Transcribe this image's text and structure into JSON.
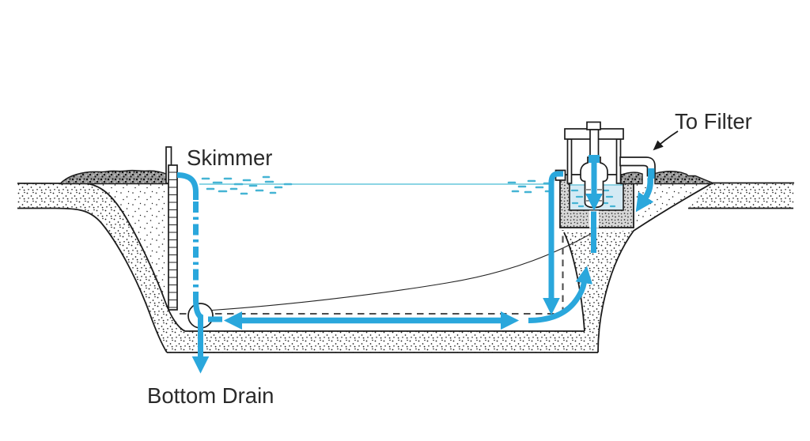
{
  "diagram": {
    "type": "pond-plumbing-cross-section",
    "labels": {
      "skimmer": "Skimmer",
      "to_filter": "To Filter",
      "bottom_drain": "Bottom Drain"
    },
    "colors": {
      "flow_arrow": "#2AA7DC",
      "water_surface": "#7CCFE0",
      "vault_water": "#D4EAF4",
      "ripple": "#45B4D4",
      "outline_ink": "#1C1C1C",
      "buried_pipe_dash": "#4D4D4D",
      "gravel_berm": "#9B9B9B"
    }
  }
}
